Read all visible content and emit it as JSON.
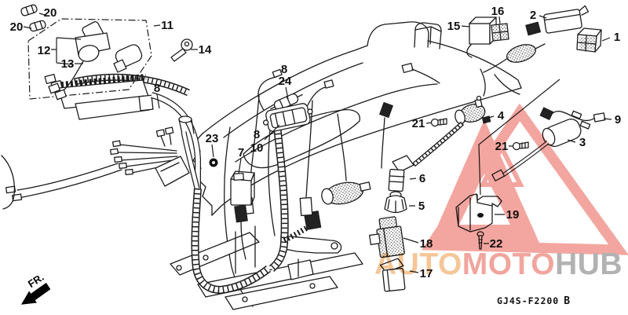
{
  "callouts": [
    {
      "text": "20"
    },
    {
      "text": "20"
    },
    {
      "text": "11"
    },
    {
      "text": "12"
    },
    {
      "text": "13"
    },
    {
      "text": "14"
    },
    {
      "text": "8"
    },
    {
      "text": "8"
    },
    {
      "text": "24"
    },
    {
      "text": "8"
    },
    {
      "text": "10"
    },
    {
      "text": "7"
    },
    {
      "text": "23"
    },
    {
      "text": "15"
    },
    {
      "text": "16"
    },
    {
      "text": "2"
    },
    {
      "text": "1"
    },
    {
      "text": "9"
    },
    {
      "text": "4"
    },
    {
      "text": "21"
    },
    {
      "text": "21"
    },
    {
      "text": "3"
    },
    {
      "text": "6"
    },
    {
      "text": "5"
    },
    {
      "text": "19"
    },
    {
      "text": "22"
    },
    {
      "text": "18"
    },
    {
      "text": "17"
    }
  ],
  "watermark": {
    "text_auto": "AUTO",
    "text_moto": "MOTO",
    "text_hub": "HUB",
    "color_auto": "#f3b87e",
    "color_moto": "#ee8e84",
    "color_hub": "#9f9f9f",
    "logo_color": "#f09088"
  },
  "footer": {
    "code": "GJ4S-F2200",
    "revision": "B"
  },
  "direction": {
    "label": "FR."
  }
}
